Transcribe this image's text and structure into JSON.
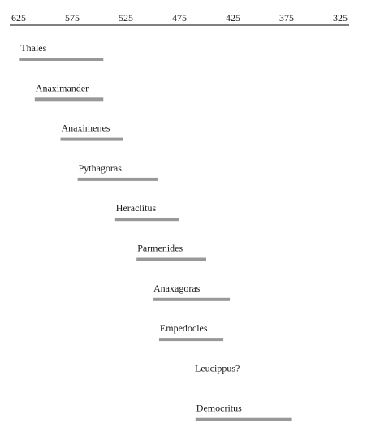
{
  "chart_data": {
    "type": "timeline",
    "axis": {
      "orientation": "top",
      "direction": "descending",
      "ticks": [
        625,
        575,
        525,
        475,
        425,
        375,
        325
      ],
      "range": [
        625,
        325
      ]
    },
    "bar_color": "#999999",
    "axis_color": "#000000",
    "rows": [
      {
        "name": "Thales",
        "start": 624,
        "end": 546
      },
      {
        "name": "Anaximander",
        "start": 610,
        "end": 546
      },
      {
        "name": "Anaximenes",
        "start": 586,
        "end": 528
      },
      {
        "name": "Pythagoras",
        "start": 570,
        "end": 495
      },
      {
        "name": "Heraclitus",
        "start": 535,
        "end": 475
      },
      {
        "name": "Parmenides",
        "start": 515,
        "end": 450
      },
      {
        "name": "Anaxagoras",
        "start": 500,
        "end": 428
      },
      {
        "name": "Empedocles",
        "start": 494,
        "end": 434
      },
      {
        "name": "Leucippus?",
        "start": null,
        "end": null
      },
      {
        "name": "Democritus",
        "start": 460,
        "end": 370
      }
    ]
  }
}
